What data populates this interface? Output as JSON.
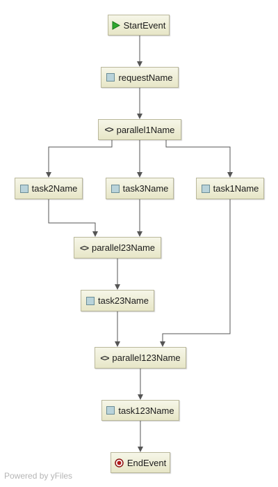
{
  "nodes": {
    "start": {
      "label": "StartEvent",
      "icon": "start-play-icon"
    },
    "request": {
      "label": "requestName",
      "icon": "task-icon"
    },
    "parallel1": {
      "label": "parallel1Name",
      "icon": "gateway-icon"
    },
    "task2": {
      "label": "task2Name",
      "icon": "task-icon"
    },
    "task3": {
      "label": "task3Name",
      "icon": "task-icon"
    },
    "task1": {
      "label": "task1Name",
      "icon": "task-icon"
    },
    "parallel23": {
      "label": "parallel23Name",
      "icon": "gateway-icon"
    },
    "task23": {
      "label": "task23Name",
      "icon": "task-icon"
    },
    "parallel123": {
      "label": "parallel123Name",
      "icon": "gateway-icon"
    },
    "task123": {
      "label": "task123Name",
      "icon": "task-icon"
    },
    "end": {
      "label": "EndEvent",
      "icon": "end-event-icon"
    }
  },
  "edges": [
    [
      "start",
      "request"
    ],
    [
      "request",
      "parallel1"
    ],
    [
      "parallel1",
      "task2"
    ],
    [
      "parallel1",
      "task3"
    ],
    [
      "parallel1",
      "task1"
    ],
    [
      "task2",
      "parallel23"
    ],
    [
      "task3",
      "parallel23"
    ],
    [
      "parallel23",
      "task23"
    ],
    [
      "task23",
      "parallel123"
    ],
    [
      "task1",
      "parallel123"
    ],
    [
      "parallel123",
      "task123"
    ],
    [
      "task123",
      "end"
    ]
  ],
  "footer": "Powered by yFiles",
  "colors": {
    "edge": "#555555",
    "node_top": "#f6f6e8",
    "node_bottom": "#e7e6c7",
    "node_border": "#b9b79a",
    "start_green": "#2fa82f",
    "end_red": "#b11a1a"
  }
}
